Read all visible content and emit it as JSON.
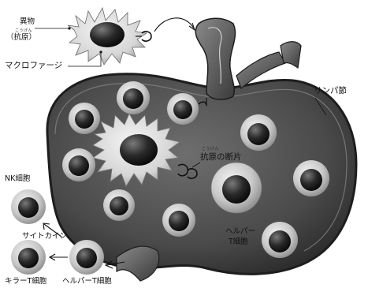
{
  "labels": {
    "antigen_top": "異物",
    "antigen_paren": "（抗原）",
    "antigen_ruby": "こうげん",
    "macrophage": "マクロファージ",
    "lymph_node": "リンパ節",
    "antigen_fragment": "抗原の断片",
    "antigen_fragment_ruby": "こうげん",
    "nk_cell": "NK細胞",
    "cytokine": "サイトカイン",
    "killer_t": "キラーT細胞",
    "helper_t_bottom": "ヘルパーT細胞",
    "helper_t_inside_line1": "ヘルパー",
    "helper_t_inside_line2": "T細胞"
  }
}
